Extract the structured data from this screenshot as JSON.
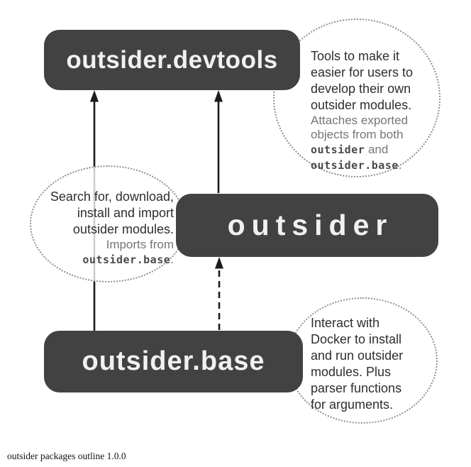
{
  "colors": {
    "box-bg": "#424242",
    "box-text": "#f1f1f1",
    "primary-text": "#2e2e2e",
    "secondary-text": "#767676",
    "code-text": "#4a4a4a",
    "bubble-border": "#8f8f8f",
    "arrow": "#1c1c1c",
    "footer-text": "#111111"
  },
  "nodes": {
    "devtools": {
      "label": "outsider.devtools"
    },
    "outsider": {
      "label": "outsider"
    },
    "base": {
      "label": "outsider.base"
    }
  },
  "annotations": {
    "devtools": {
      "primary": [
        "Tools to make it",
        "easier for users to",
        "develop their own",
        "outsider modules."
      ],
      "secondary": [
        "Attaches exported",
        "objects from both"
      ],
      "code_rows": [
        {
          "code": "outsider",
          "rest": " and"
        },
        {
          "code": "outsider.base",
          "rest": "."
        }
      ]
    },
    "outsider": {
      "primary": [
        "Search for, download,",
        "install and import",
        "outsider modules."
      ],
      "secondary": [
        "Imports from"
      ],
      "code_rows": [
        {
          "code": "outsider.base",
          "rest": "."
        }
      ]
    },
    "base": {
      "primary": [
        "Interact with",
        "Docker to install",
        "and run outsider",
        "modules. Plus",
        "parser functions",
        "for arguments."
      ]
    }
  },
  "footer": {
    "text": "outsider packages outline 1.0.0"
  }
}
